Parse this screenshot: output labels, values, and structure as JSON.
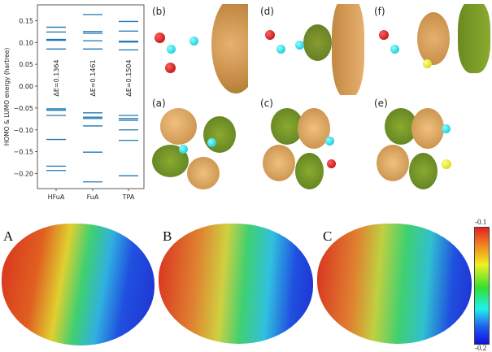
{
  "chart_data": {
    "type": "energy-level",
    "ylabel": "HOMO & LUMO energy (hartree)",
    "ylim": [
      -0.235,
      0.18
    ],
    "yticks": [
      "0.15",
      "0.10",
      "0.05",
      "0.00",
      "−0.05",
      "−0.10",
      "−0.15",
      "−0.20"
    ],
    "ytick_values": [
      0.15,
      0.1,
      0.05,
      0.0,
      -0.05,
      -0.1,
      -0.15,
      -0.2
    ],
    "categories": [
      "HFuA",
      "FuA",
      "TPA"
    ],
    "series": [
      {
        "name": "HFuA",
        "gap_label": "ΔE=0.1364",
        "levels": [
          0.135,
          0.124,
          0.107,
          0.105,
          0.085,
          -0.052,
          -0.055,
          -0.067,
          -0.122,
          -0.183,
          -0.193
        ]
      },
      {
        "name": "FuA",
        "gap_label": "ΔE=0.1461",
        "levels": [
          0.164,
          0.125,
          0.121,
          0.104,
          0.085,
          -0.061,
          -0.071,
          -0.074,
          -0.091,
          -0.151,
          -0.219
        ]
      },
      {
        "name": "TPA",
        "gap_label": "ΔE=0.1504",
        "levels": [
          0.148,
          0.126,
          0.103,
          0.101,
          0.083,
          -0.067,
          -0.074,
          -0.078,
          -0.1,
          -0.124,
          -0.205
        ]
      }
    ],
    "line_color": "#1f77b4"
  },
  "orbital_panels": {
    "b": "(b)",
    "d": "(d)",
    "f": "(f)",
    "a": "(a)",
    "c": "(c)",
    "e": "(e)"
  },
  "esp_panels": {
    "A": "A",
    "B": "B",
    "C": "C"
  },
  "colorbar": {
    "max": "-0.1",
    "min": "-0.2"
  }
}
